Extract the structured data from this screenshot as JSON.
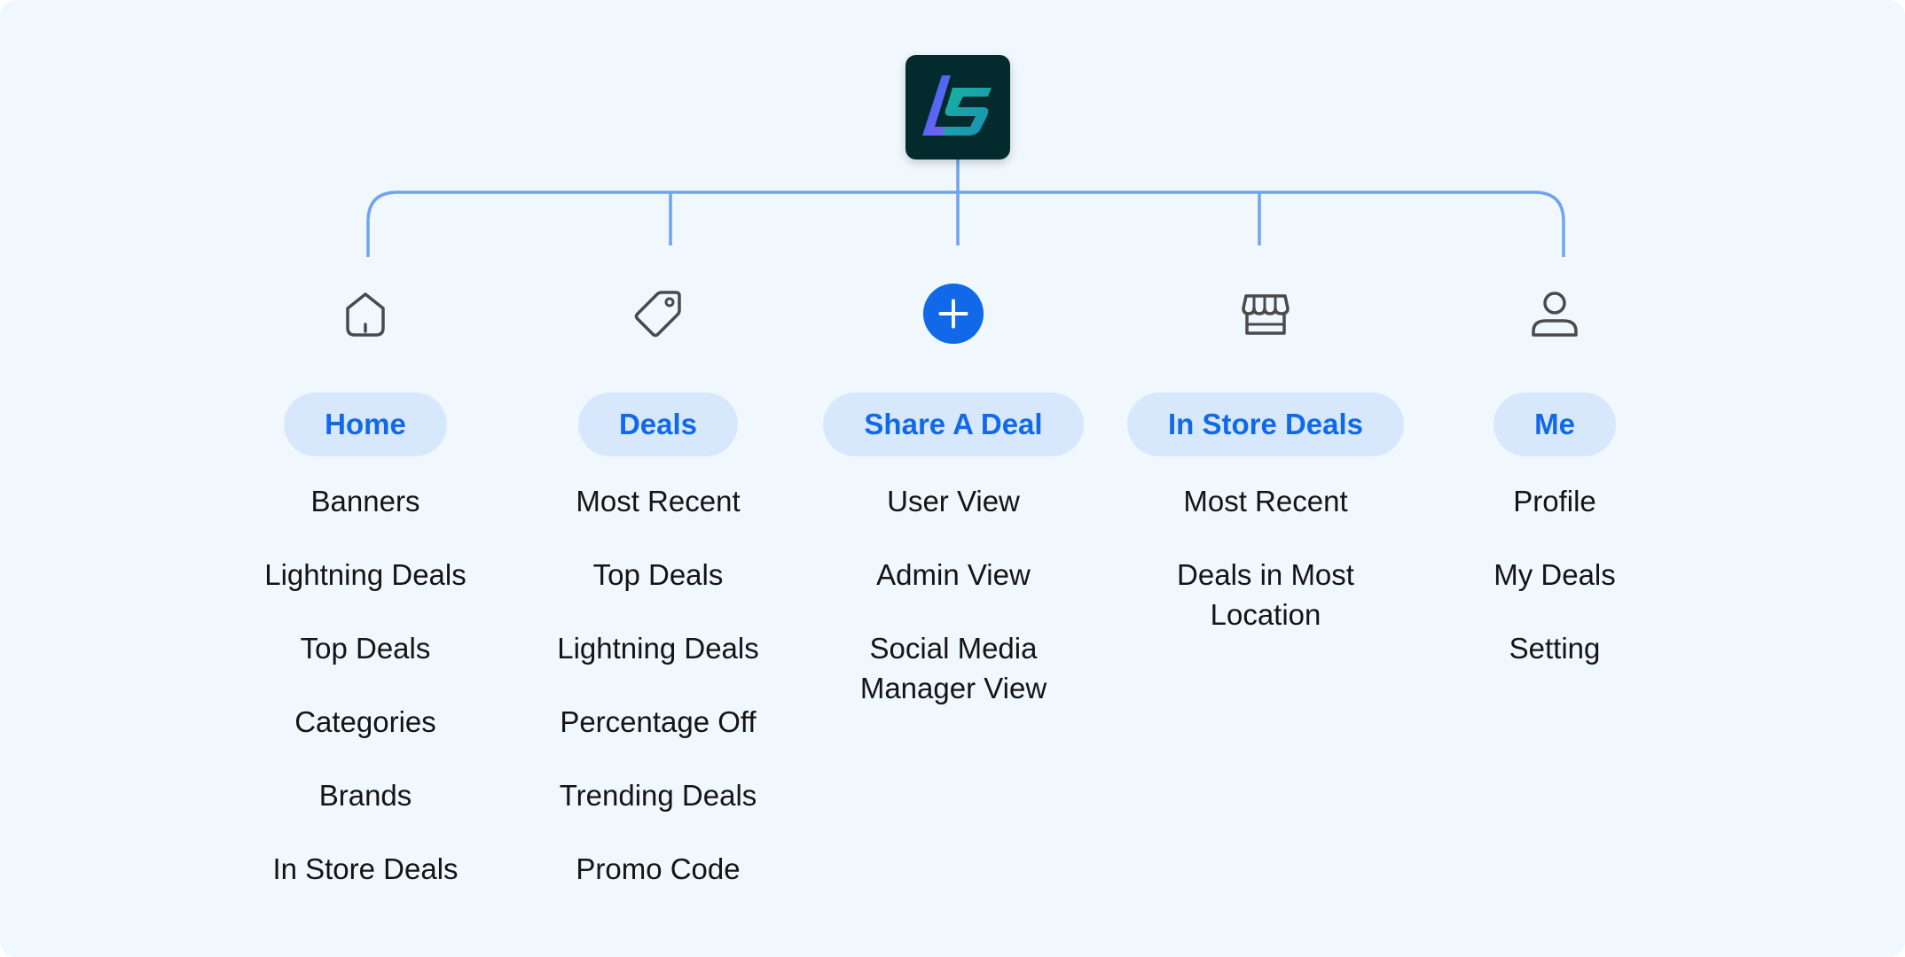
{
  "app": {
    "logo_text": "LS"
  },
  "colors": {
    "background": "#f0f7fd",
    "connector": "#6fa4ee",
    "pill_bg": "#d7e8fc",
    "pill_text": "#1169e9",
    "accent": "#1169e9",
    "logo_bg": "#032a2d"
  },
  "tabs": [
    {
      "icon": "home-icon",
      "label": "Home",
      "items": [
        "Banners",
        "Lightning Deals",
        "Top Deals",
        "Categories",
        "Brands",
        "In Store Deals"
      ]
    },
    {
      "icon": "tag-icon",
      "label": "Deals",
      "items": [
        "Most Recent",
        "Top Deals",
        "Lightning Deals",
        "Percentage Off",
        "Trending Deals",
        "Promo Code"
      ]
    },
    {
      "icon": "plus-circle-icon",
      "label": "Share A Deal",
      "items": [
        "User View",
        "Admin View",
        "Social Media Manager View"
      ]
    },
    {
      "icon": "store-icon",
      "label": "In Store Deals",
      "items": [
        "Most Recent",
        "Deals in Most Location"
      ]
    },
    {
      "icon": "user-icon",
      "label": "Me",
      "items": [
        "Profile",
        "My Deals",
        "Setting"
      ]
    }
  ]
}
